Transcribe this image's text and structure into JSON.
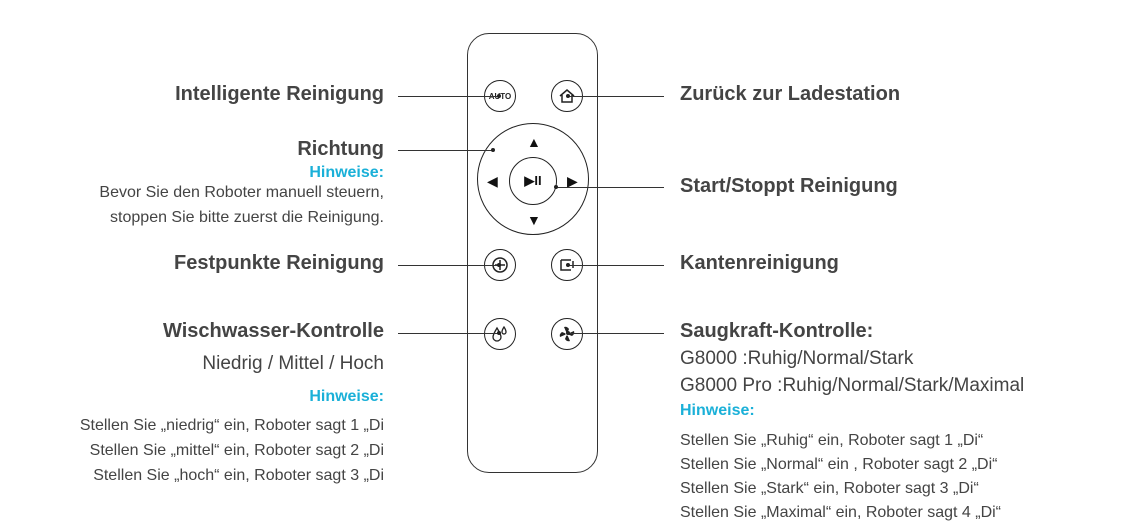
{
  "left": {
    "intelligent": "Intelligente Reinigung",
    "direction": "Richtung",
    "direction_hint_title": "Hinweise:",
    "direction_hint_lines": [
      "Bevor Sie den Roboter manuell steuern,",
      "stoppen Sie bitte zuerst die Reinigung."
    ],
    "spot": "Festpunkte Reinigung",
    "water": "Wischwasser-Kontrolle",
    "water_levels": "Niedrig / Mittel / Hoch",
    "water_hint_title": "Hinweise:",
    "water_hint_lines": [
      "Stellen Sie „niedrig“ ein, Roboter sagt 1 „Di",
      "Stellen Sie „mittel“ ein, Roboter sagt 2 „Di",
      "Stellen Sie „hoch“ ein, Roboter sagt 3 „Di"
    ]
  },
  "right": {
    "home": "Zurück zur Ladestation",
    "start_stop": "Start/Stoppt Reinigung",
    "edge": "Kantenreinigung",
    "suction": "Saugkraft-Kontrolle:",
    "suction_g8000": "G8000 :Ruhig/Normal/Stark",
    "suction_g8000pro": "G8000 Pro :Ruhig/Normal/Stark/Maximal",
    "suction_hint_title": "Hinweise:",
    "suction_hint_lines": [
      "Stellen Sie „Ruhig“ ein, Roboter sagt 1 „Di“",
      "Stellen Sie „Normal“ ein , Roboter sagt 2 „Di“",
      "Stellen Sie „Stark“ ein, Roboter sagt 3 „Di“",
      "Stellen Sie „Maximal“ ein, Roboter sagt 4 „Di“"
    ]
  },
  "remote": {
    "auto_label": "AUTO",
    "play_pause_glyph": "▶II"
  },
  "icons": [
    "auto-icon",
    "home-icon",
    "arrow-up-icon",
    "arrow-down-icon",
    "arrow-left-icon",
    "arrow-right-icon",
    "play-pause-icon",
    "spot-icon",
    "edge-icon",
    "water-drop-icon",
    "fan-icon"
  ],
  "colors": {
    "hint": "#1ab0d8",
    "text": "#444444",
    "lines": "#333333"
  }
}
